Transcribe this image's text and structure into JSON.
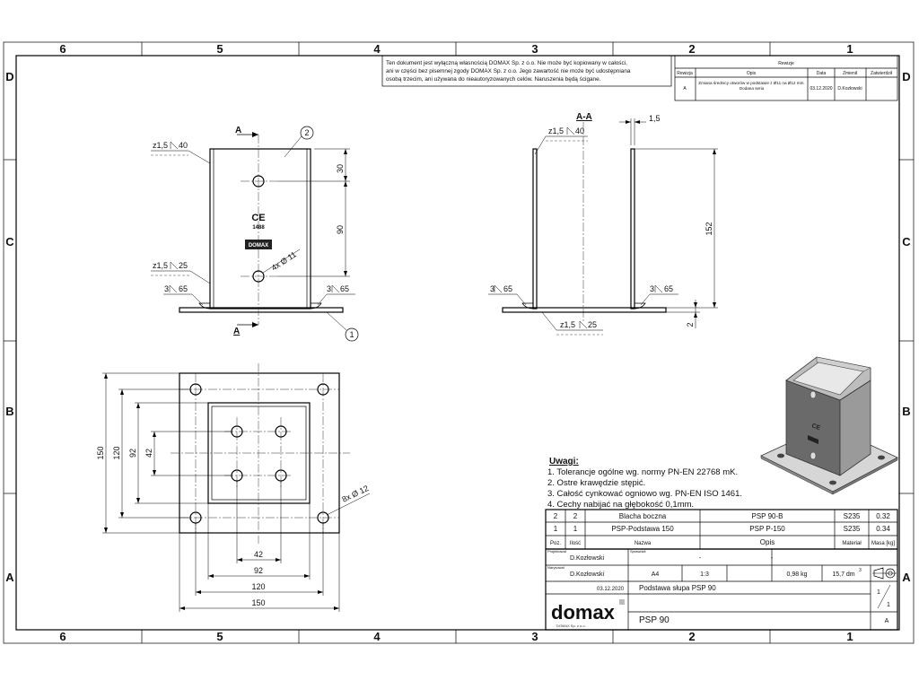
{
  "drawing": {
    "zones_top": [
      "6",
      "5",
      "4",
      "3",
      "2",
      "1"
    ],
    "zones_bottom": [
      "6",
      "5",
      "4",
      "3",
      "2",
      "1"
    ],
    "zones_side": [
      "D",
      "C",
      "B",
      "A"
    ],
    "notice_lines": [
      "Ten dokument jest wyłączną własnością DOMAX Sp. z o.o. Nie może być kopiowany w całości,",
      "ani w części bez pisemnej zgody DOMAX Sp. z o.o. Jego zawartość nie może być udostępniana",
      "osobą trzecim, ani używana do nieautoryzowanych celów. Naruszenia będą ścigane."
    ],
    "revision": {
      "title": "Rewizje",
      "headers": [
        "Rewizja",
        "Opis",
        "Data",
        "Zmienił",
        "Zatwierdził"
      ],
      "row": [
        "A",
        "Zmiana średnicy otworów w podstawie z Ø11 na Ø12 mm. Dodana seria",
        "03.12.2020",
        "D.Kozłowski",
        ""
      ]
    },
    "front_view": {
      "section_label": "A",
      "balloon_top": "2",
      "balloon_bottom": "1",
      "weld_top": "z1,5",
      "weld_top_len": "40",
      "weld_mid": "z1,5",
      "weld_mid_len": "25",
      "weld_left": "3",
      "weld_left_len": "65",
      "weld_right": "3",
      "weld_right_len": "65",
      "dim_30": "30",
      "dim_90": "90",
      "hole_callout": "4x Ø 11",
      "ce_mark": "CE",
      "ce_number": "1488",
      "logo_text": "DOMAX"
    },
    "section_view": {
      "label": "A-A",
      "dim_thickness": "1,5",
      "weld_top": "z1,5",
      "weld_top_len": "40",
      "weld_left": "3",
      "weld_left_len": "65",
      "weld_right": "3",
      "weld_right_len": "65",
      "weld_bottom": "z1,5",
      "weld_bottom_len": "25",
      "dim_height": "152",
      "dim_base": "2"
    },
    "plan_view": {
      "dim_150_v": "150",
      "dim_120_v": "120",
      "dim_92_v": "92",
      "dim_42_v": "42",
      "dim_42_h": "42",
      "dim_92_h": "92",
      "dim_120_h": "120",
      "dim_150_h": "150",
      "hole_callout": "8x Ø 12"
    },
    "notes": {
      "title": "Uwagi:",
      "items": [
        "1.   Tolerancje ogólne wg. normy PN-EN 22768 mK.",
        "2.   Ostre krawędzie stępić.",
        "3.   Całość cynkować ogniowo wg. PN-EN ISO 1461.",
        "4.   Cechy nabijać na głębokość 0,1mm."
      ]
    },
    "bom": {
      "rows": [
        [
          "2",
          "2",
          "Blacha boczna",
          "PSP 90-B",
          "S235",
          "0.32"
        ],
        [
          "1",
          "1",
          "PSP-Podstawa 150",
          "PSP P-150",
          "S235",
          "0.34"
        ]
      ],
      "headers": [
        "Poz.",
        "Ilość",
        "Nazwa",
        "Opis",
        "Materiał",
        "Masa [kg]"
      ]
    },
    "title_block": {
      "designer_label": "Projektował",
      "designer": "D.Kozłowski",
      "checker_label": "Sprawdził",
      "checker_value": "-",
      "approver_value": "-",
      "drawer_label": "Narysował",
      "drawer": "D.Kozłowski",
      "format": "A4",
      "scale": "1:3",
      "mass": "0,98 kg",
      "volume": "15,7 dm",
      "volume_exp": "3",
      "date": "03.12.2020",
      "title": "Podstawa słupa PSP 90",
      "code": "PSP 90",
      "sheet_top": "1",
      "sheet_bottom": "1",
      "revision": "A",
      "company": "domax",
      "company_sub": "DOMAX Sp. z o.o."
    }
  }
}
